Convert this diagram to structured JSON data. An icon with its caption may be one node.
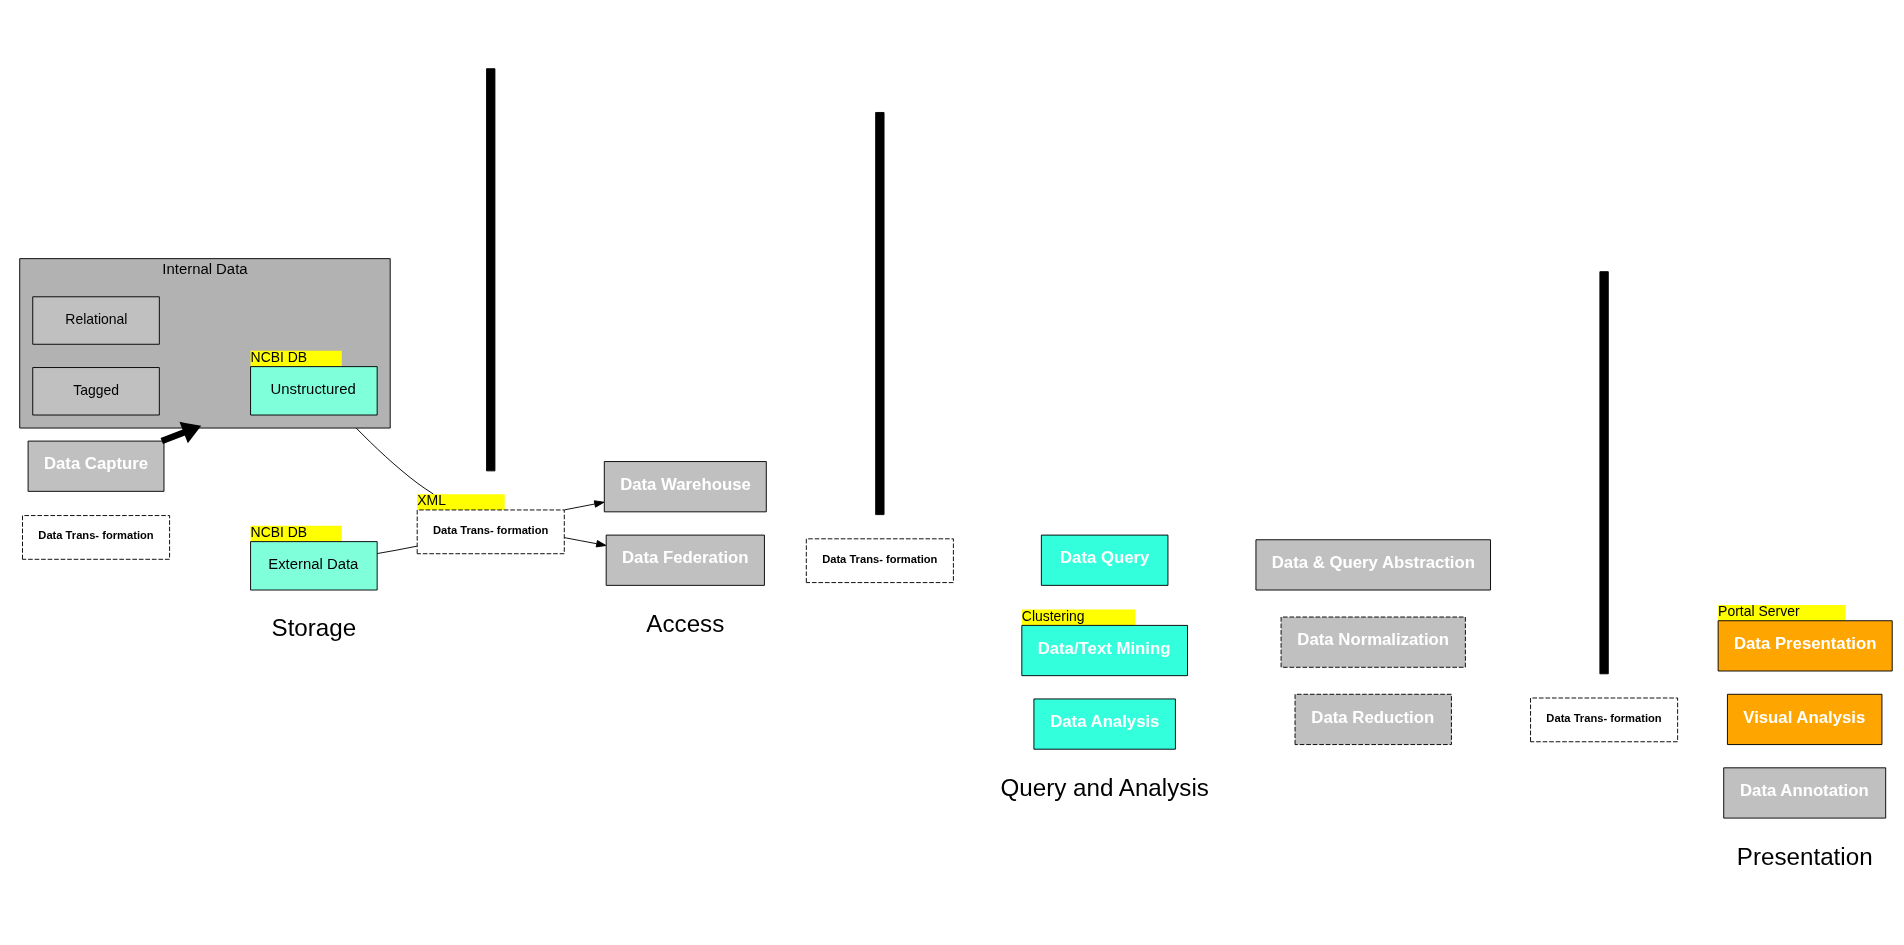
{
  "diagram": {
    "nodes": [
      {
        "text": [
          "Data Capture"
        ]
      },
      {
        "text": [
          "Data Trans- formation"
        ]
      },
      {
        "text": [
          "Internal Data"
        ]
      },
      {
        "text": [
          "Relational"
        ],
        "in": 2
      },
      {
        "text": [
          "Unstructured"
        ],
        "in": 2,
        "beside": [
          "NCBI DB"
        ]
      },
      {
        "text": [
          "Tagged"
        ],
        "in": 2
      },
      {
        "text": [
          "External Data"
        ],
        "beside": [
          "NCBI DB"
        ]
      },
      {
        "text": [
          "Data Trans- formation"
        ],
        "beside": [
          "XML"
        ]
      },
      {
        "text": [
          "Data Warehouse"
        ]
      },
      {
        "text": [
          "Data Federation"
        ]
      },
      {
        "text": [
          "Data Trans- formation"
        ]
      },
      {
        "text": [
          "Data Query"
        ]
      },
      {
        "text": [
          "Data/Text Mining"
        ],
        "beside": [
          "Clustering"
        ]
      },
      {
        "text": [
          "Data Analysis"
        ]
      },
      {
        "text": [
          "Data & Query Abstraction"
        ]
      },
      {
        "text": [
          "Data Normalization"
        ]
      },
      {
        "text": [
          "Data Reduction"
        ]
      },
      {
        "text": [
          "Data Trans- formation"
        ]
      },
      {
        "text": [
          "Data Presentation"
        ],
        "beside": [
          "Portal Server"
        ]
      },
      {
        "text": [
          "Visual Analysis"
        ]
      },
      {
        "text": [
          "Data Annotation"
        ]
      }
    ],
    "edges": [
      {
        "from": 0,
        "to": 2,
        "arrow": "to",
        "style": "thick"
      },
      {
        "from": 2,
        "to": 7,
        "arrow": "none"
      },
      {
        "from": 6,
        "to": 7,
        "arrow": "none"
      },
      {
        "from": 7,
        "to": 8,
        "arrow": "to"
      },
      {
        "from": 7,
        "to": 9,
        "arrow": "to"
      }
    ],
    "labels": [
      "Storage",
      "Access",
      "Query and Analysis",
      "Presentation"
    ]
  }
}
